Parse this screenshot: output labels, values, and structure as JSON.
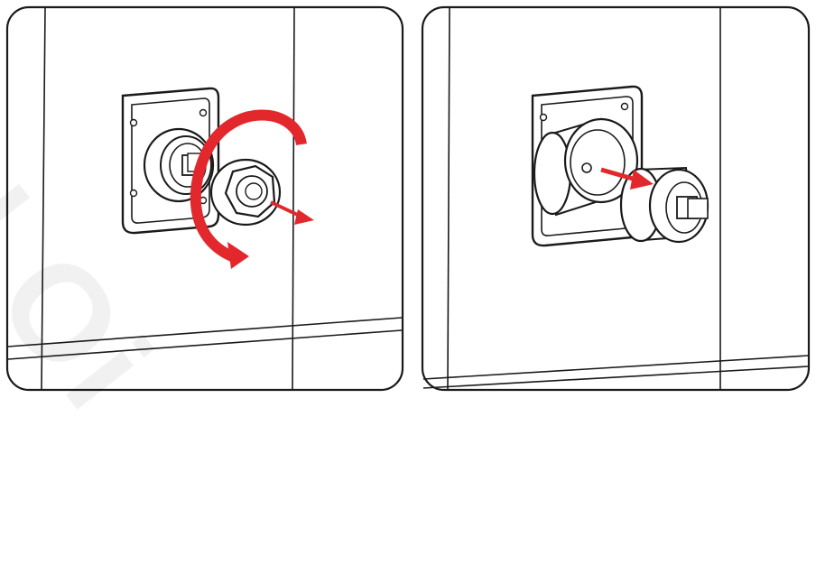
{
  "figure": {
    "panels": [
      {
        "id": "left",
        "step": "unscrew-nut",
        "arrows": [
          "rotate-counterclockwise",
          "pull-out"
        ]
      },
      {
        "id": "right",
        "step": "remove-connector",
        "arrows": [
          "pull-out"
        ]
      }
    ],
    "colors": {
      "outline": "#1a1a1a",
      "arrow": "#e2282c",
      "background": "#ffffff"
    },
    "watermark_text": "N.Oi"
  }
}
